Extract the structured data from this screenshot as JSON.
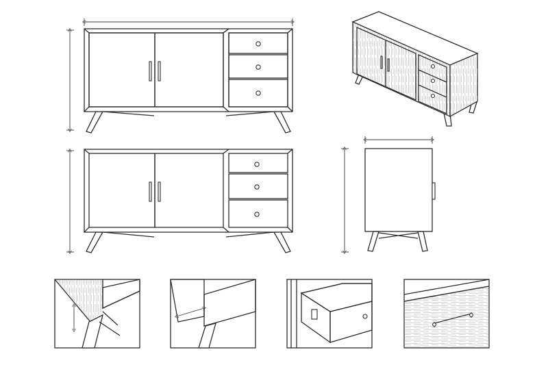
{
  "sheet": {
    "subject": "sideboard-cabinet",
    "line_color": "#2b2b2b",
    "background": "#ffffff"
  },
  "views": [
    {
      "id": "front-view-top",
      "doors": 2,
      "drawers": 3
    },
    {
      "id": "isometric-view",
      "doors": 2,
      "drawers": 3
    },
    {
      "id": "front-view-bottom",
      "doors": 2,
      "drawers": 3
    },
    {
      "id": "side-view",
      "handles": 1
    },
    {
      "id": "detail-leg-joint-left"
    },
    {
      "id": "detail-leg-joint-right"
    },
    {
      "id": "detail-drawer-open"
    },
    {
      "id": "detail-drawer-handle"
    }
  ]
}
